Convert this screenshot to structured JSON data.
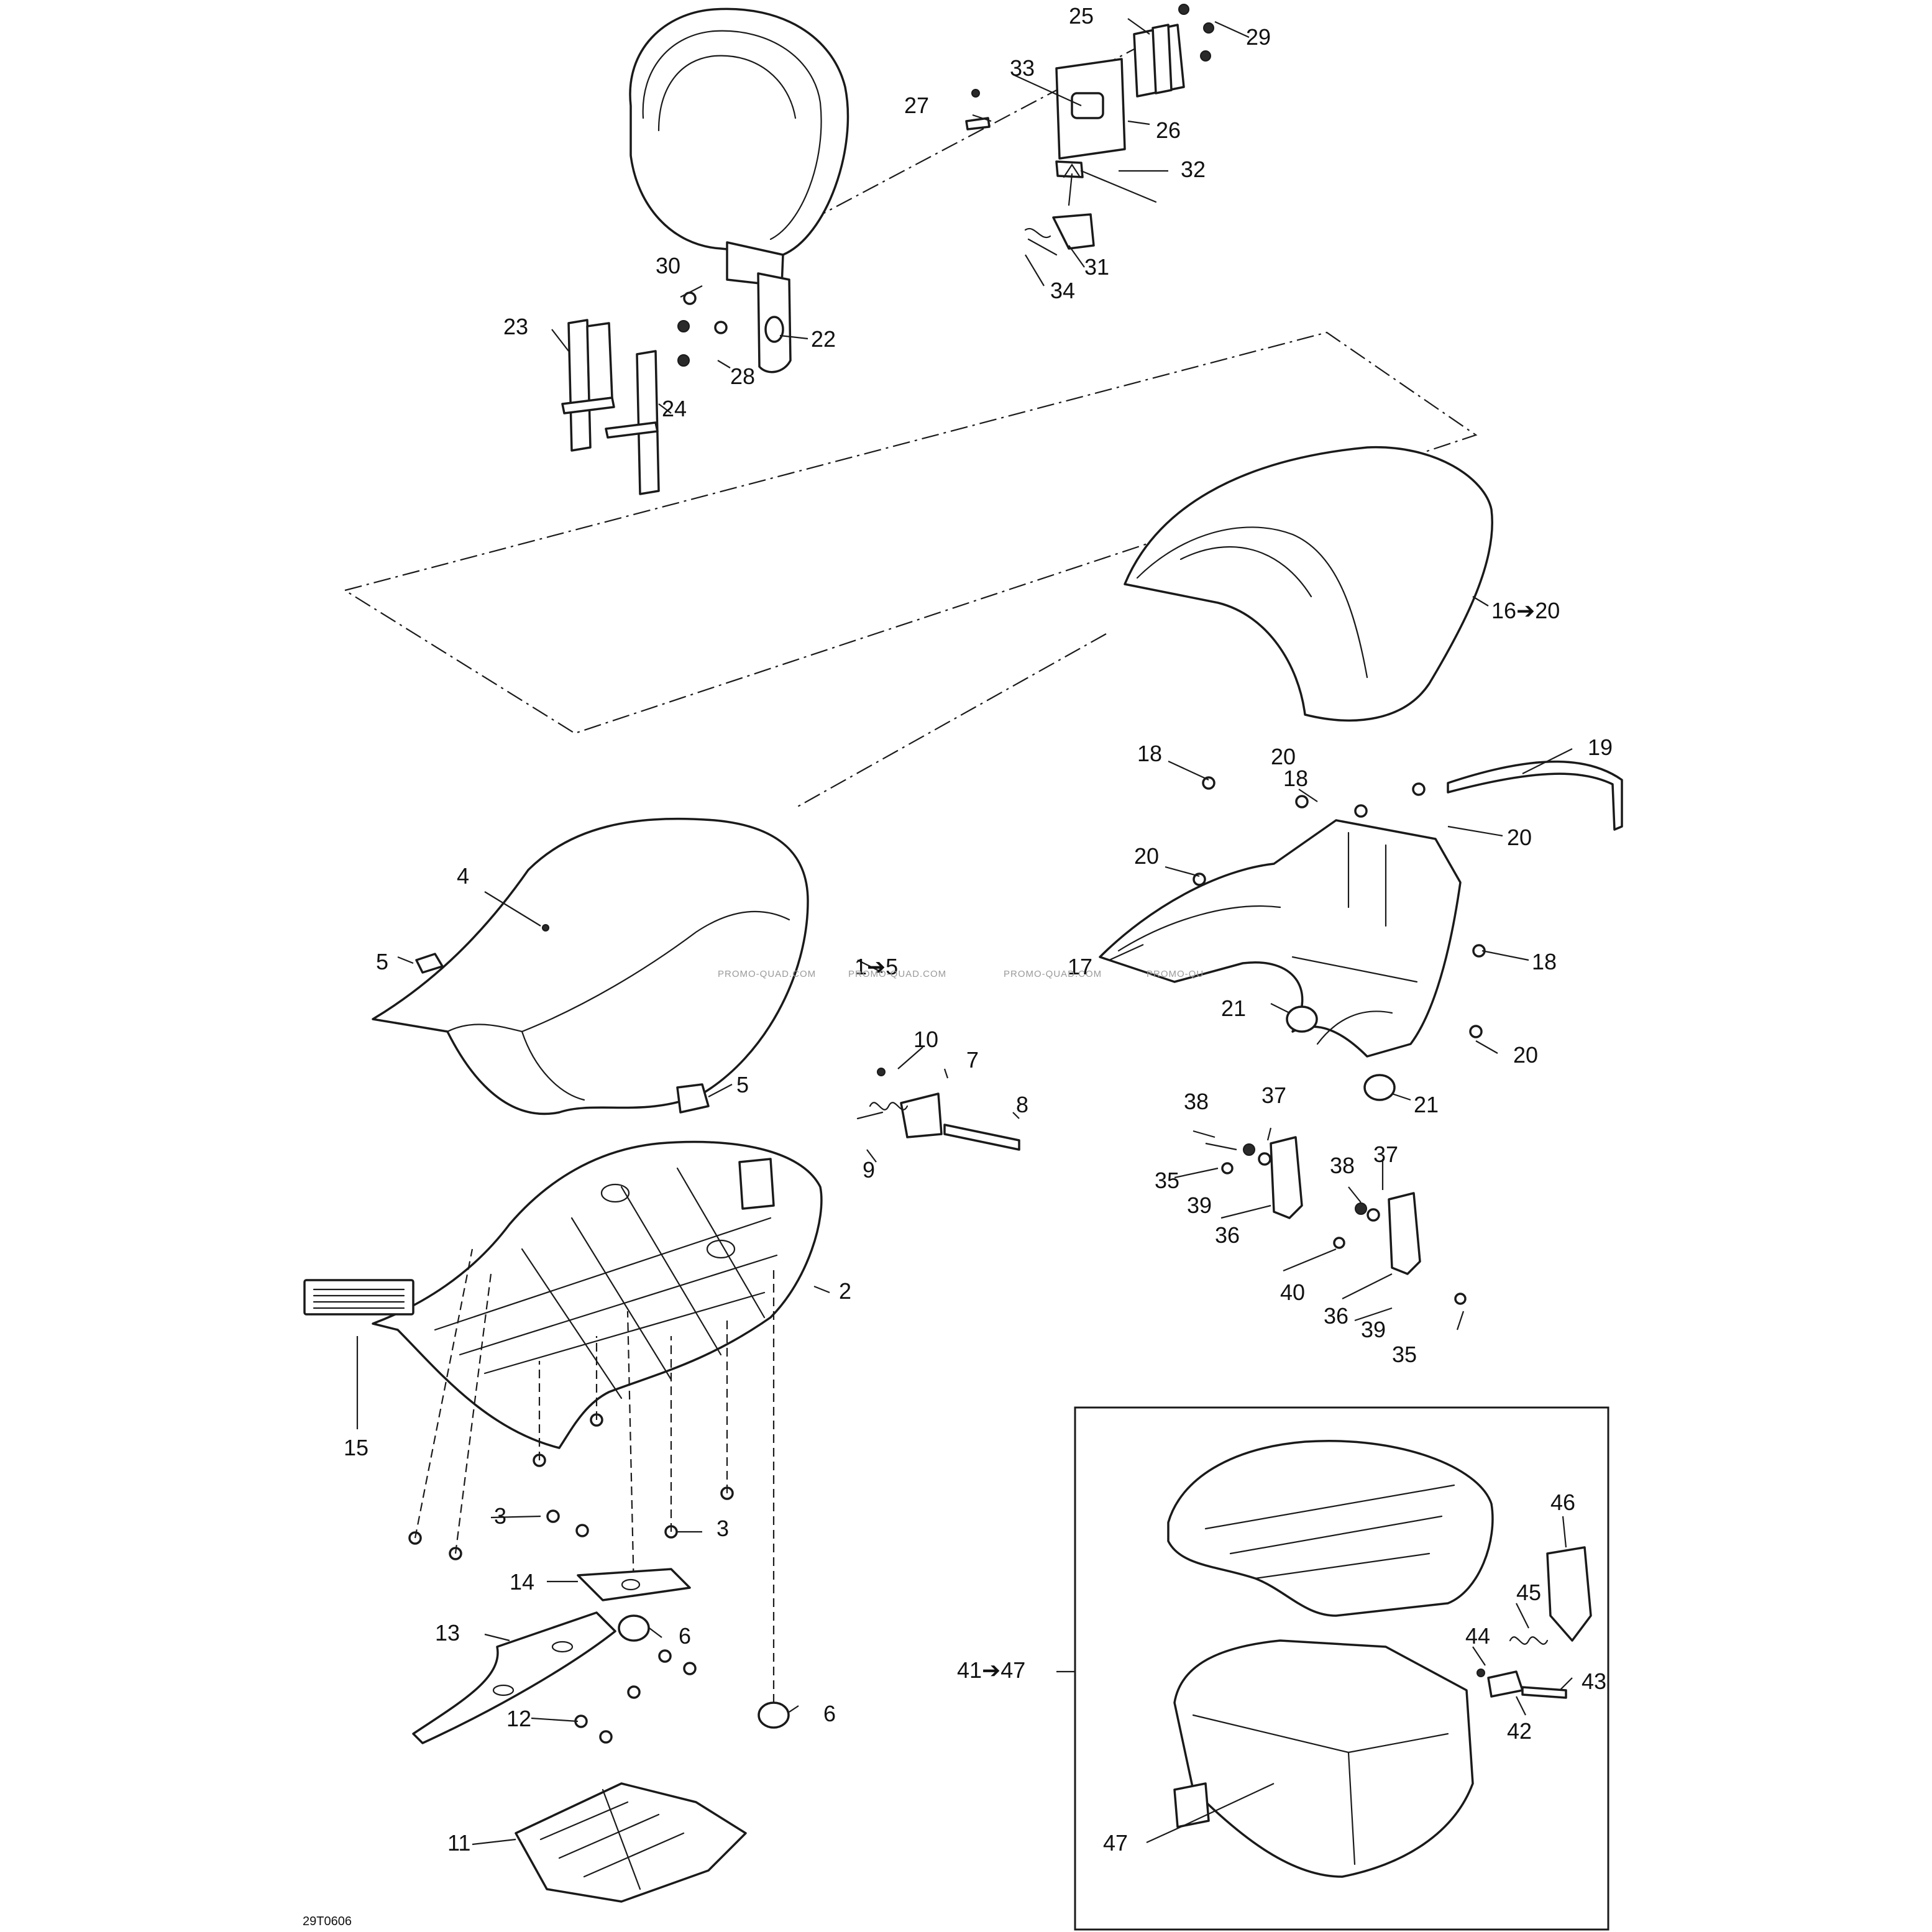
{
  "diagram": {
    "drawing_code": "29T0606",
    "watermark": [
      "PROMO-QUAD.COM",
      "PROMO-QUAD.COM",
      "PROMO-QUAD.COM",
      "PROMO-QU"
    ],
    "callouts": {
      "c1to5": "1➔5",
      "c2": "2",
      "c3a": "3",
      "c3b": "3",
      "c4": "4",
      "c5a": "5",
      "c5b": "5",
      "c6a": "6",
      "c6b": "6",
      "c7": "7",
      "c8": "8",
      "c9": "9",
      "c10": "10",
      "c11": "11",
      "c12": "12",
      "c13": "13",
      "c14": "14",
      "c15": "15",
      "c16to20": "16➔20",
      "c17": "17",
      "c18a": "18",
      "c18b": "18",
      "c18c": "18",
      "c19": "19",
      "c20a": "20",
      "c20b": "20",
      "c20c": "20",
      "c20d": "20",
      "c21a": "21",
      "c21b": "21",
      "c22": "22",
      "c23": "23",
      "c24": "24",
      "c25": "25",
      "c26": "26",
      "c27": "27",
      "c28": "28",
      "c29": "29",
      "c30": "30",
      "c31": "31",
      "c32": "32",
      "c33": "33",
      "c34": "34",
      "c35a": "35",
      "c35b": "35",
      "c36a": "36",
      "c36b": "36",
      "c37a": "37",
      "c37b": "37",
      "c38a": "38",
      "c38b": "38",
      "c39a": "39",
      "c39b": "39",
      "c40": "40",
      "c41to47": "41➔47",
      "c42": "42",
      "c43": "43",
      "c44": "44",
      "c45": "45",
      "c46": "46",
      "c47": "47"
    }
  }
}
